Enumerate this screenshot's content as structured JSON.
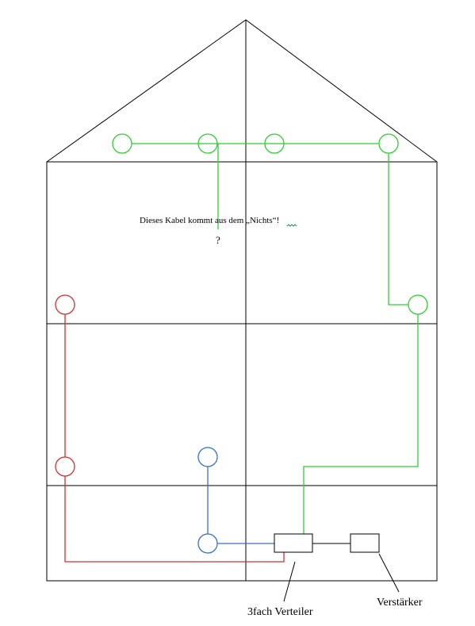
{
  "annotation": {
    "text": "Dieses Kabel kommt aus dem „Nichts“!",
    "question": "?"
  },
  "labels": {
    "splitter": "3fach Verteiler",
    "amplifier": "Verstärker"
  },
  "colors": {
    "walls": "#000000",
    "green_cable": "#33cc33",
    "red_cable": "#cc3333",
    "blue_cable": "#3a6fc4"
  }
}
